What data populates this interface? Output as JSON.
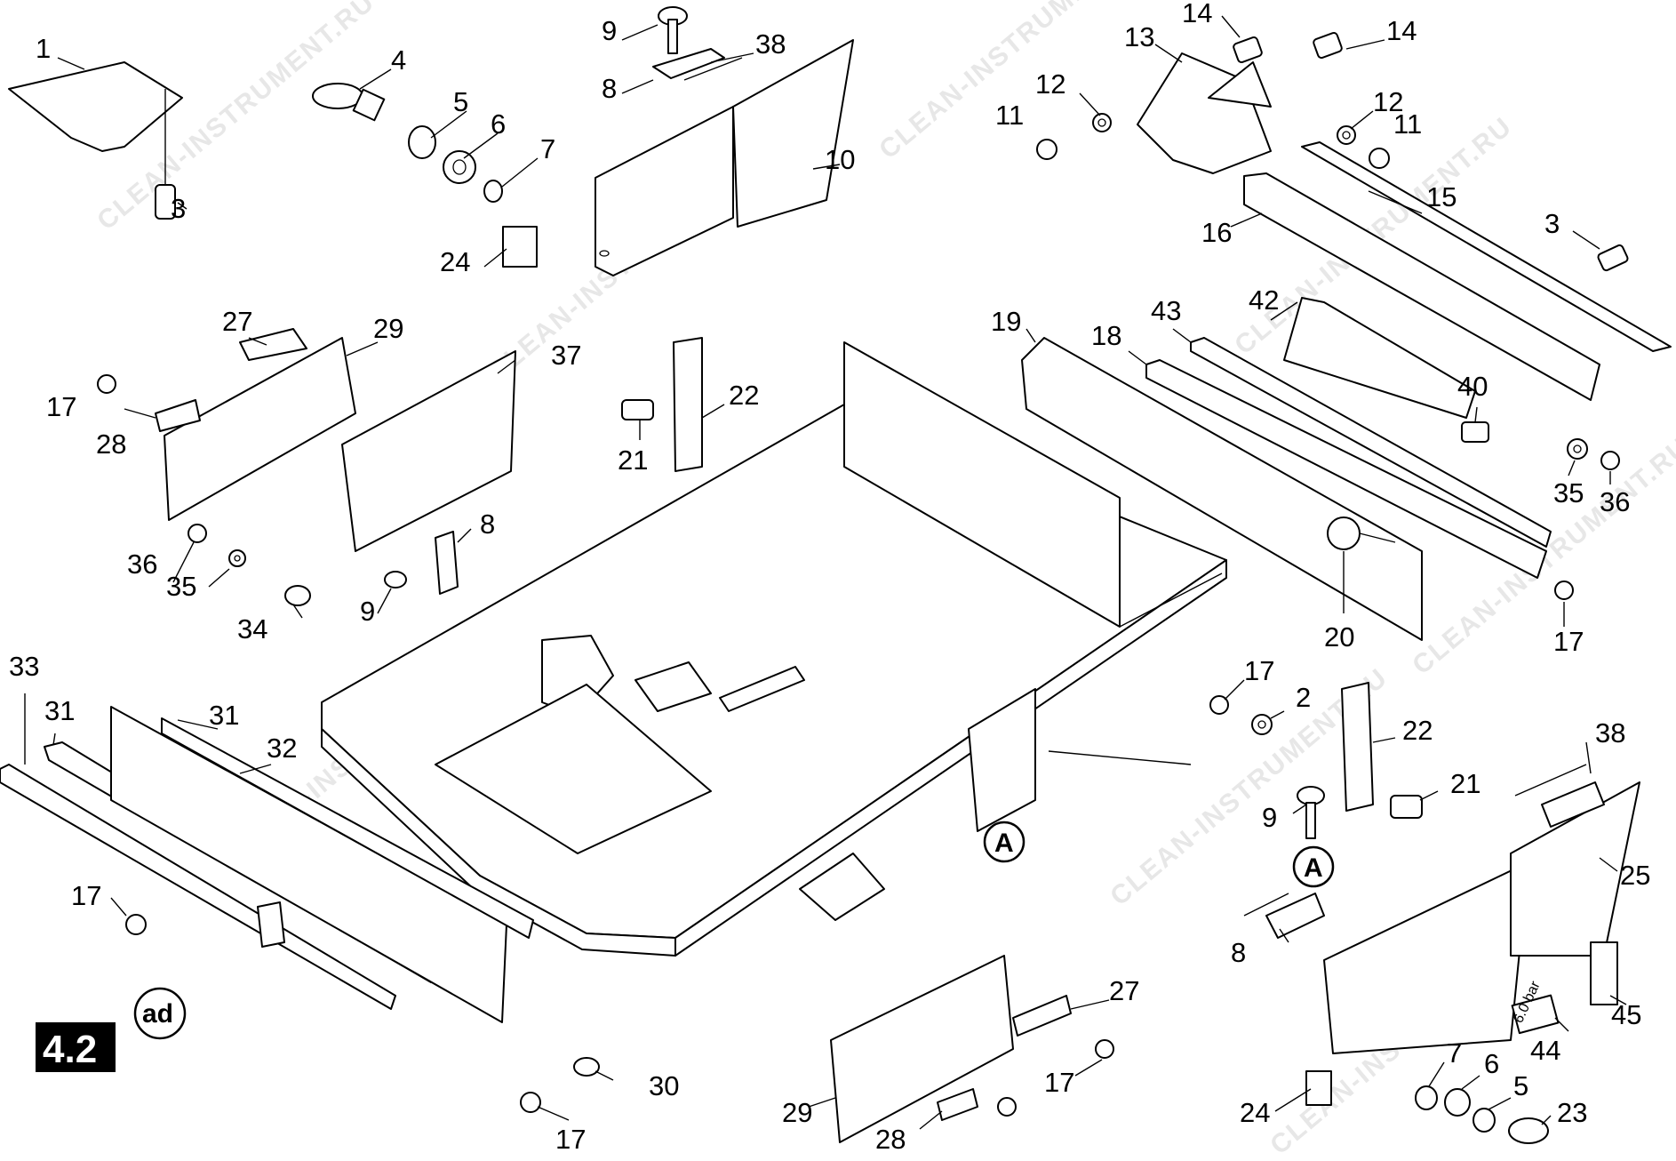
{
  "watermark": "CLEAN-INSTRUMENT.RU",
  "section_label": "4.2",
  "ref_markers": {
    "detail_a": "A",
    "detail_ad": "ad"
  },
  "gauge_label": "6.0 bar",
  "callouts": [
    "1",
    "3",
    "4",
    "5",
    "6",
    "7",
    "24",
    "9",
    "38",
    "8",
    "10",
    "13",
    "14",
    "14",
    "12",
    "12",
    "11",
    "11",
    "15",
    "16",
    "3",
    "27",
    "29",
    "17",
    "28",
    "37",
    "36",
    "35",
    "8",
    "34",
    "9",
    "22",
    "21",
    "19",
    "18",
    "43",
    "42",
    "40",
    "35",
    "36",
    "20",
    "17",
    "33",
    "31",
    "31",
    "32",
    "17",
    "30",
    "17",
    "17",
    "2",
    "22",
    "21",
    "9",
    "38",
    "8",
    "25",
    "29",
    "28",
    "27",
    "17",
    "7",
    "6",
    "5",
    "24",
    "23",
    "44",
    "45"
  ]
}
